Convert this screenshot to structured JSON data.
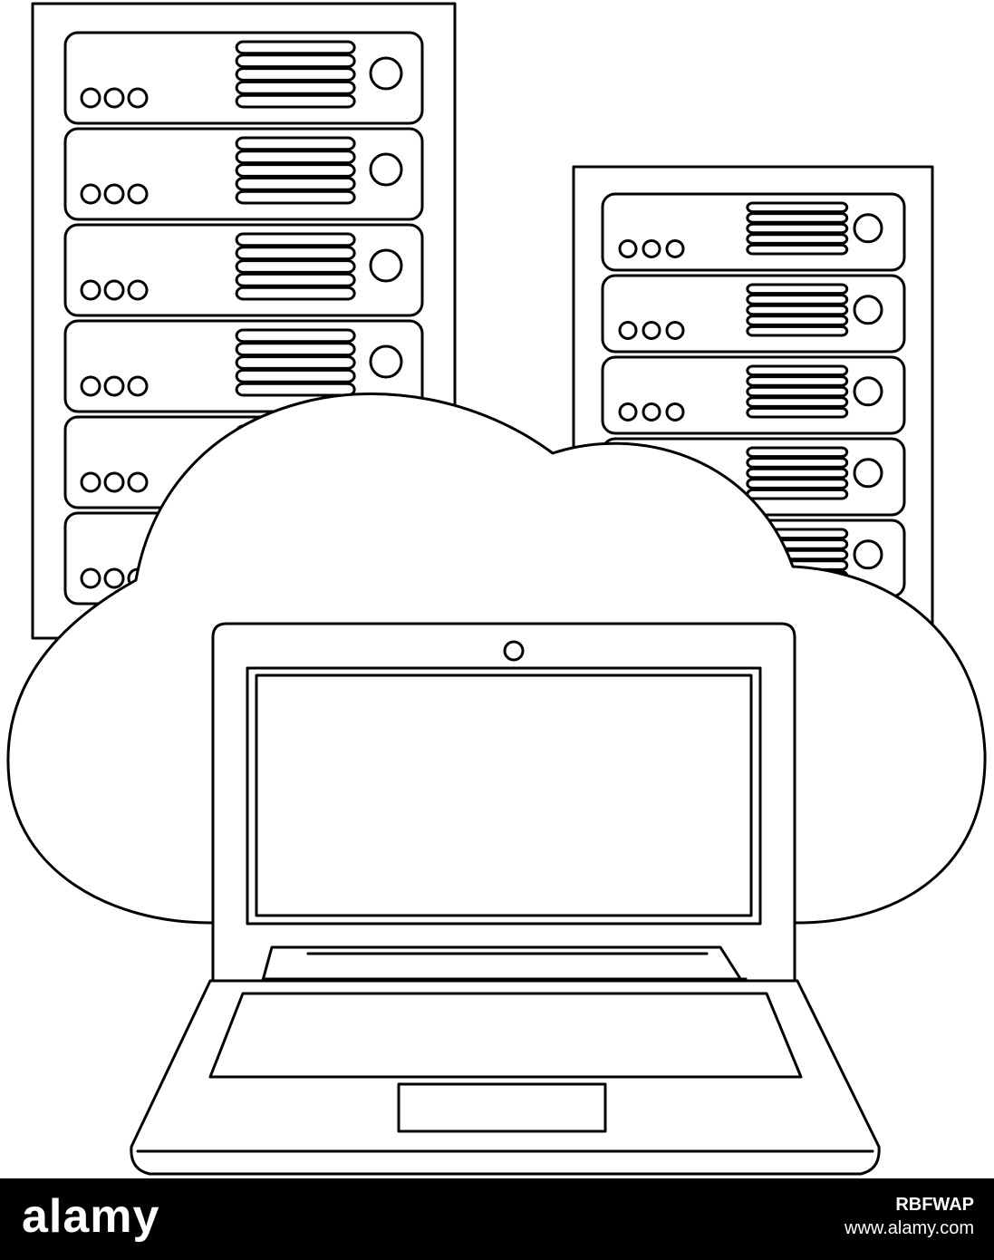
{
  "illustration": {
    "subject": "cloud-computing-servers-laptop",
    "line_color": "#000000",
    "fill_color": "#ffffff"
  },
  "footer": {
    "brand": "alamy",
    "image_id": "RBFWAP",
    "site": "www.alamy.com",
    "background": "#000000",
    "text_color": "#ffffff"
  }
}
